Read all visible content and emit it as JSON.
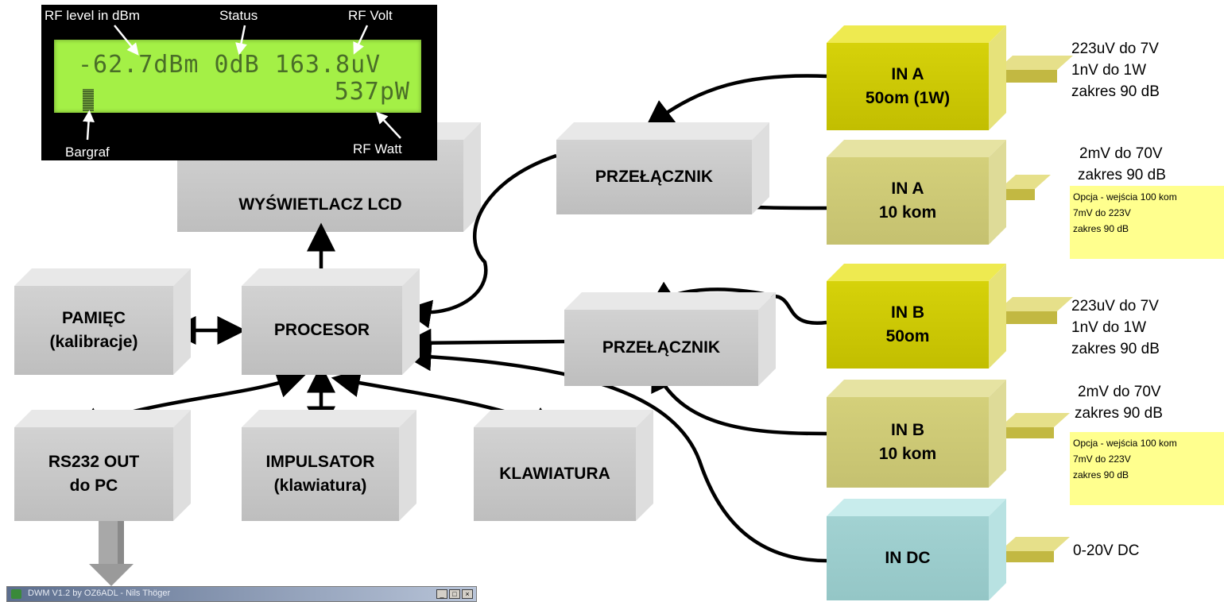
{
  "lcd": {
    "labels": {
      "rf_level": "RF level in dBm",
      "status": "Status",
      "rf_volt": "RF Volt",
      "bargraf": "Bargraf",
      "rf_watt": "RF Watt"
    },
    "line1": "-62.7dBm 0dB 163.8uV",
    "line2": "537pW"
  },
  "blocks": {
    "lcd": "WYŚWIETLACZ LCD",
    "processor": "PROCESOR",
    "memory": [
      "PAMIĘC",
      "(kalibracje)"
    ],
    "rs232": [
      "RS232 OUT",
      "do PC"
    ],
    "impulsator": [
      "IMPULSATOR",
      "(klawiatura)"
    ],
    "keyboard": "KLAWIATURA",
    "switch_a": "PRZEŁĄCZNIK",
    "switch_b": "PRZEŁĄCZNIK",
    "in_a_50": [
      "IN A",
      "50om (1W)"
    ],
    "in_a_10k": [
      "IN A",
      "10 kom"
    ],
    "in_b_50": [
      "IN B",
      "50om"
    ],
    "in_b_10k": [
      "IN B",
      "10 kom"
    ],
    "in_dc": "IN DC"
  },
  "specs": {
    "in_a_50": [
      "223uV do 7V",
      "1nV  do  1W",
      "zakres 90 dB"
    ],
    "in_a_10k": [
      "2mV do 70V",
      "zakres 90 dB"
    ],
    "in_b_50": [
      "223uV do 7V",
      "1nV  do  1W",
      "zakres 90 dB"
    ],
    "in_b_10k": [
      "2mV do 70V",
      "zakres 90 dB"
    ],
    "in_dc": "0-20V DC"
  },
  "notes": {
    "in_a": [
      "Opcja - wejścia 100 kom",
      "7mV do 223V",
      "zakres 90 dB"
    ],
    "in_b": [
      "Opcja - wejścia 100 kom",
      "7mV do 223V",
      "zakres 90 dB"
    ]
  },
  "window": {
    "title": "DWM  V1.2 by OZ6ADL - Nils Thöger",
    "buttons": [
      "_",
      "□",
      "×"
    ]
  },
  "colors": {
    "gray_block": "#c8c8c8",
    "yellow_block": "#cac600",
    "olive_block": "#ccc876",
    "cyan_block": "#9ccccc",
    "note_bg": "#ffff8e",
    "lcd_bg": "#a4f046"
  }
}
